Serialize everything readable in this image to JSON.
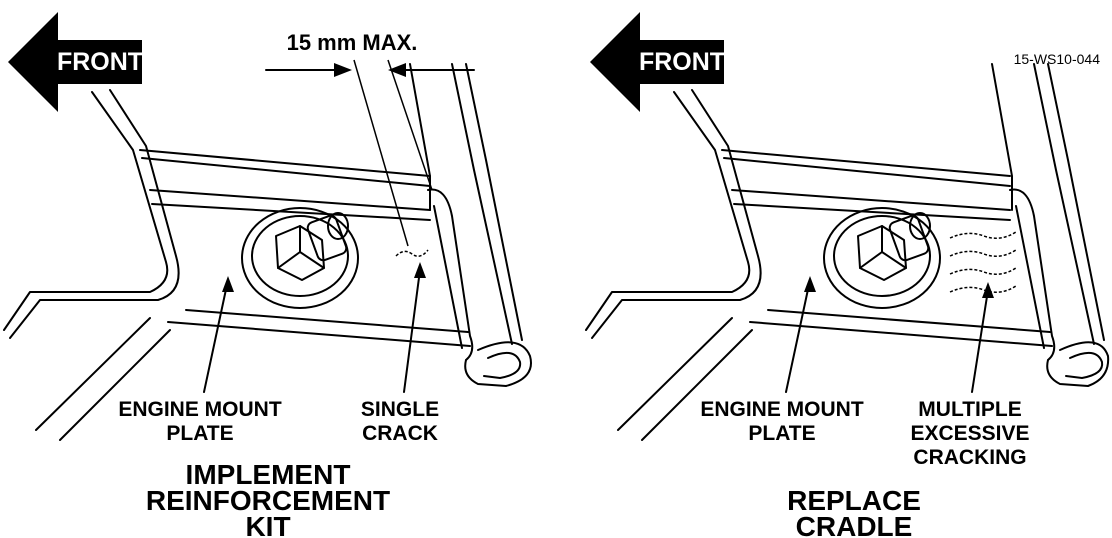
{
  "figure_id": "15-WS10-044",
  "left_panel": {
    "front_label": "FRONT",
    "dimension_label": "15 mm MAX.",
    "label_mount_line1": "ENGINE MOUNT",
    "label_mount_line2": "PLATE",
    "label_crack_line1": "SINGLE",
    "label_crack_line2": "CRACK",
    "caption_line1": "IMPLEMENT",
    "caption_line2": "REINFORCEMENT",
    "caption_line3": "KIT"
  },
  "right_panel": {
    "front_label": "FRONT",
    "label_mount_line1": "ENGINE MOUNT",
    "label_mount_line2": "PLATE",
    "label_crack_line1": "MULTIPLE",
    "label_crack_line2": "EXCESSIVE",
    "label_crack_line3": "CRACKING",
    "caption_line1": "REPLACE",
    "caption_line2": "CRADLE"
  }
}
